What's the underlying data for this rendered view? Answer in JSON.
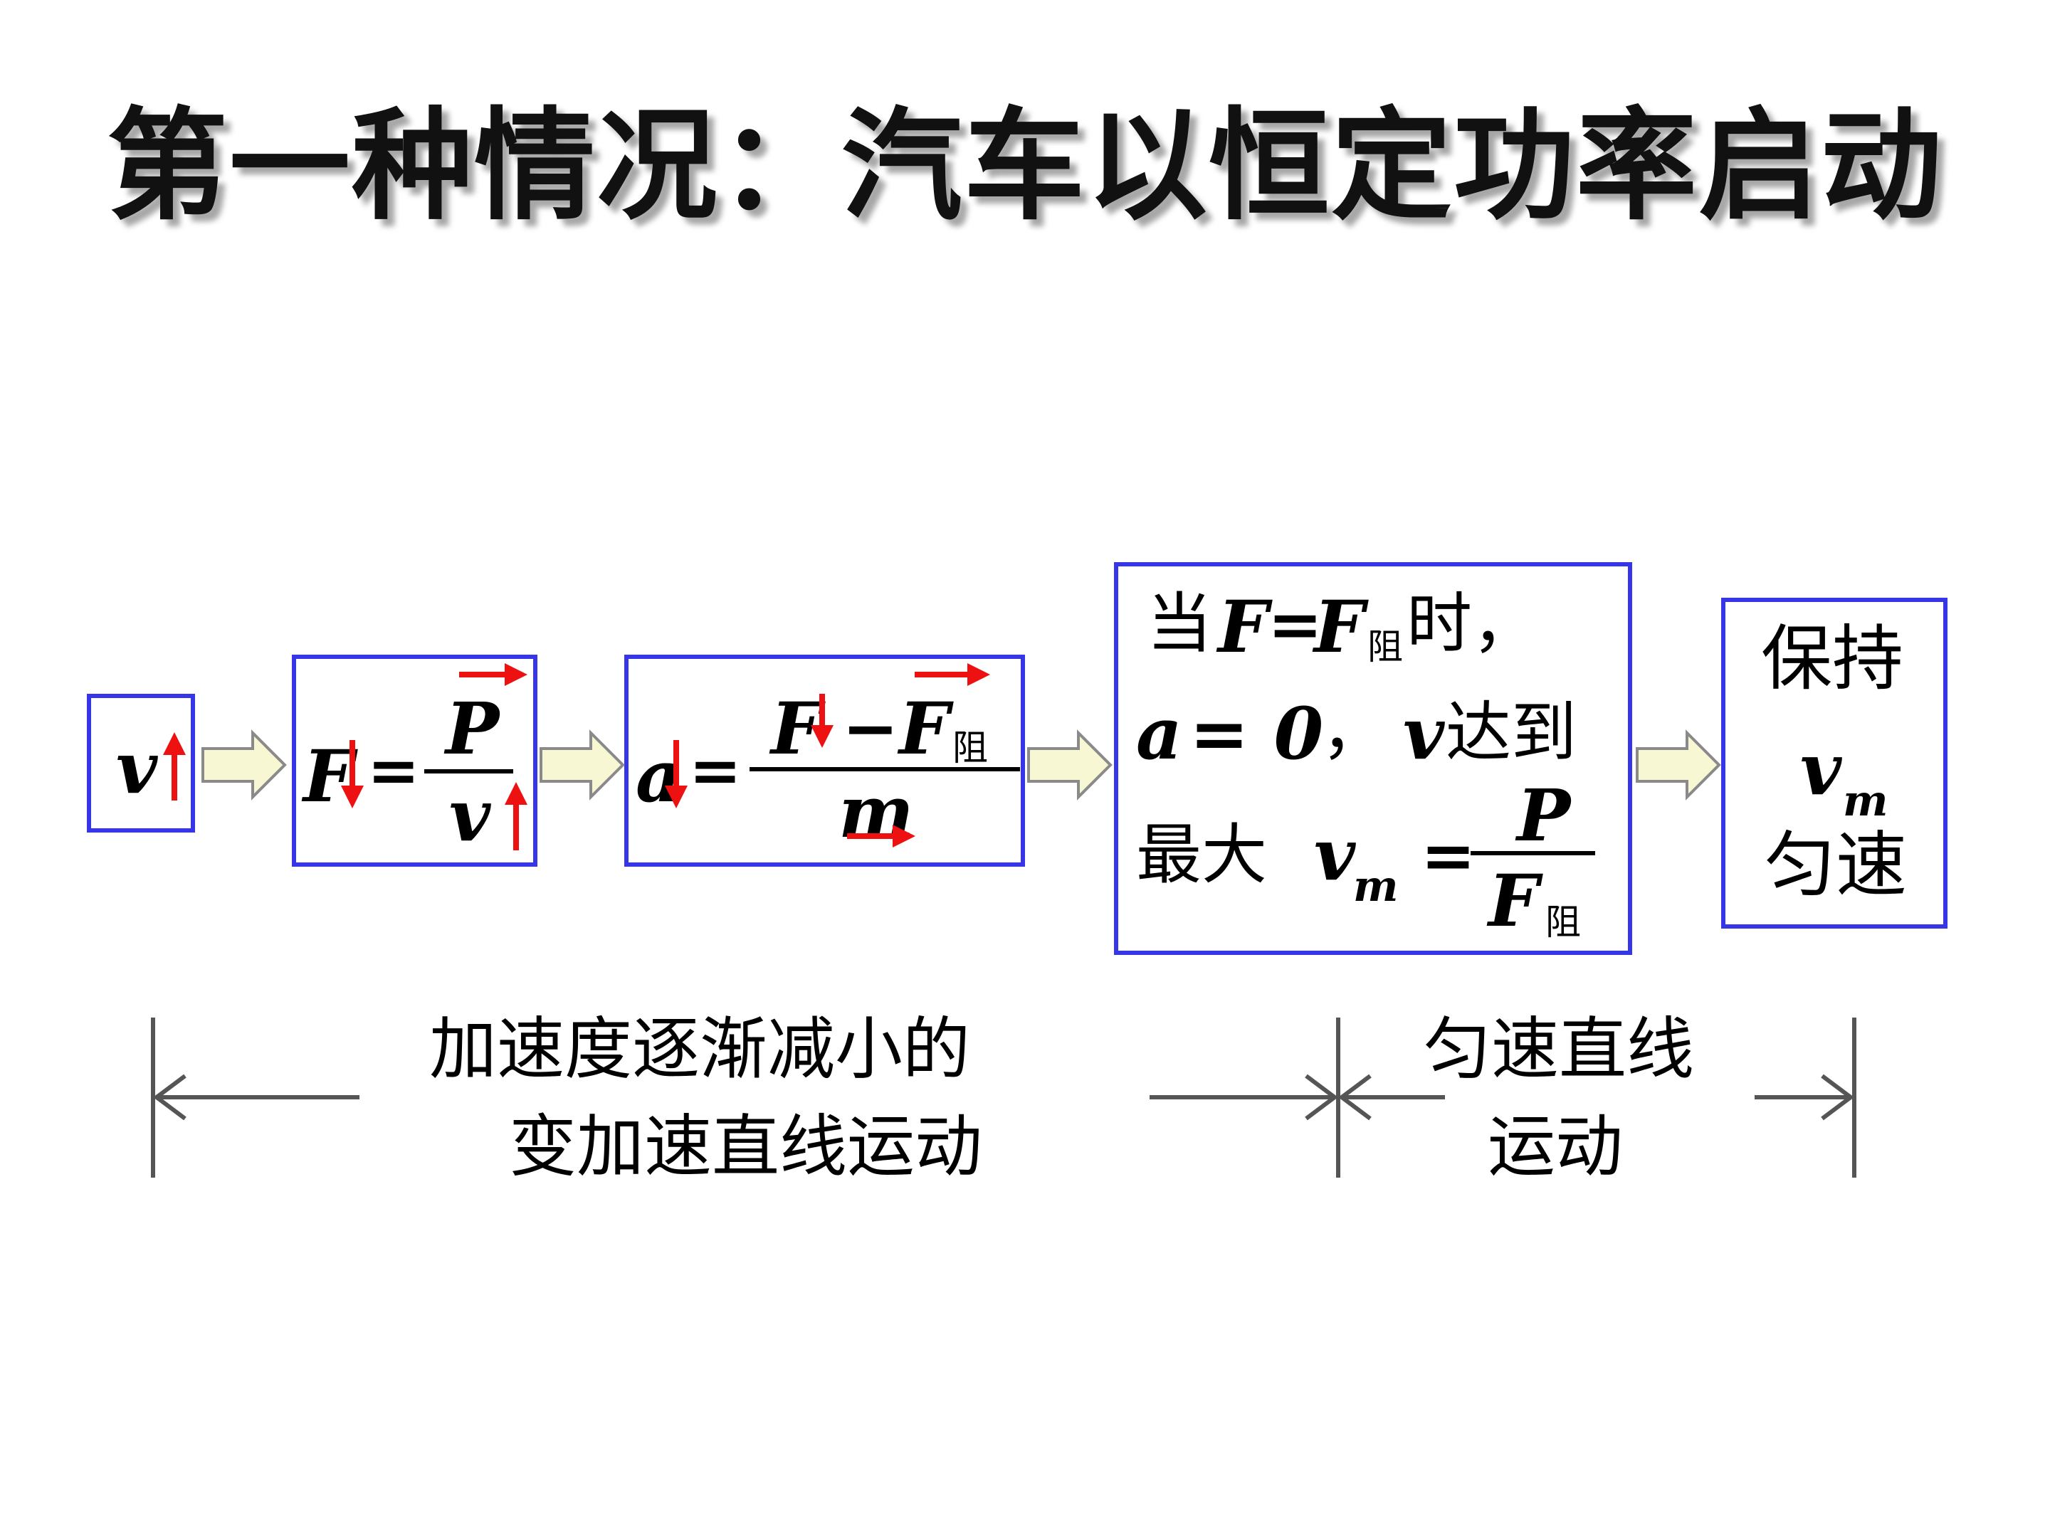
{
  "title": "第一种情况：汽车以恒定功率启动",
  "box1": {
    "v": "v"
  },
  "box2": {
    "F": "F",
    "eq": "=",
    "P": "P",
    "v": "v"
  },
  "box3": {
    "a": "a",
    "eq": "=",
    "F": "F",
    "minus": "−",
    "F2": "F",
    "sub_zu": "阻",
    "m": "m"
  },
  "box4": {
    "line1_pre": "当",
    "line1_F": "F",
    "line1_eq": "=",
    "line1_F2": "F",
    "line1_sub": "阻",
    "line1_post": "时，",
    "line2_a": "a",
    "line2_eq": "= 0",
    "line2_comma": "，",
    "line2_v": "v",
    "line2_post": "达到",
    "line3_pre": "最大",
    "line3_v": "v",
    "line3_sub": "m",
    "line3_eq": "=",
    "frac_P": "P",
    "frac_F": "F",
    "frac_sub": "阻"
  },
  "box5": {
    "line1": "保持",
    "v": "v",
    "sub": "m",
    "line3": "匀速"
  },
  "span_left": {
    "line1": "加速度逐渐减小的",
    "line2": "变加速直线运动"
  },
  "span_right": {
    "line1": "匀速直线",
    "line2": "运动"
  },
  "colors": {
    "box_border": "#3636e6",
    "arrow_red": "#ee1111",
    "flow_arrow_fill": "#f7f7d4",
    "flow_arrow_stroke": "#8a8a8a",
    "dim_line": "#555555"
  }
}
